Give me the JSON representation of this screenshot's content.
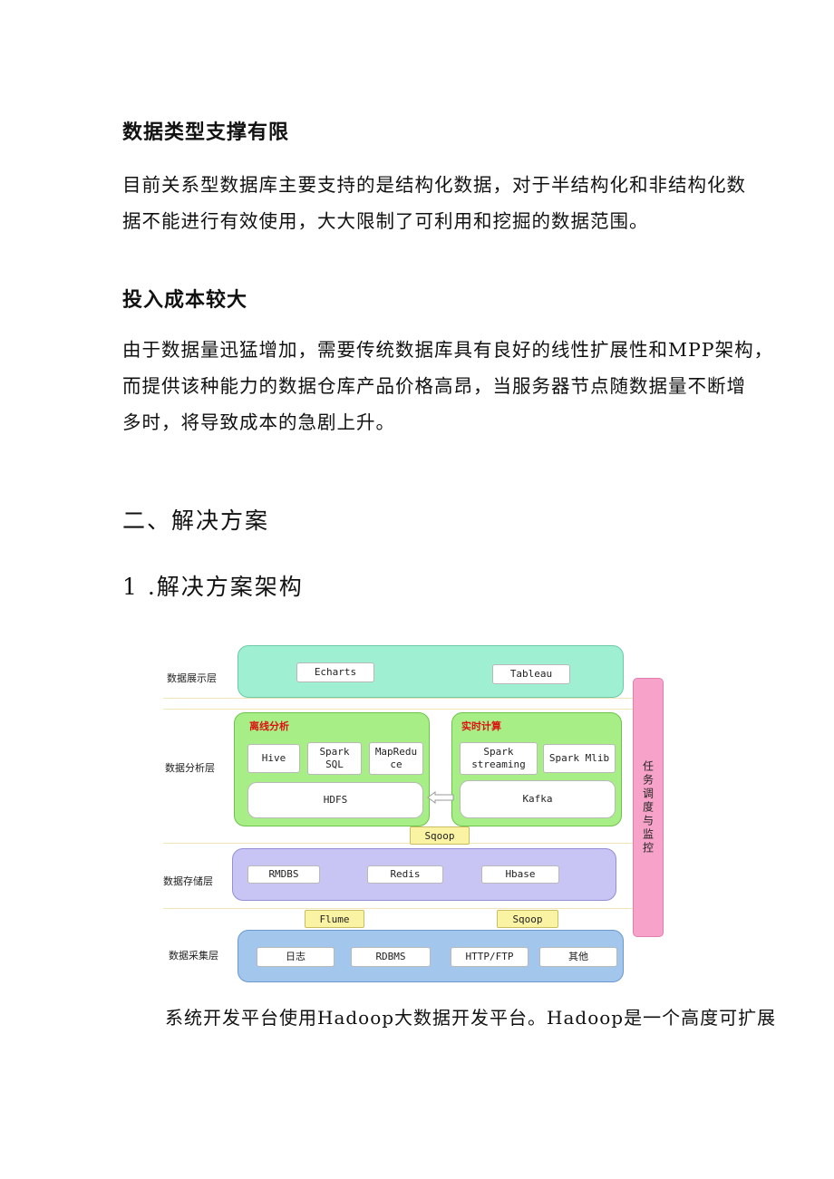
{
  "section1": {
    "heading": "数据类型支撑有限",
    "lines": [
      "目前关系型数据库主要支持的是结构化数据，对于半结构化和非结构化数",
      "据不能进行有效使用，大大限制了可利用和挖掘的数据范围。"
    ]
  },
  "section2": {
    "heading": "投入成本较大",
    "lines": [
      "由于数据量迅猛增加，需要传统数据库具有良好的线性扩展性和MPP架构，",
      "而提供该种能力的数据仓库产品价格高昂，当服务器节点随数据量不断增",
      "多时，将导致成本的急剧上升。"
    ]
  },
  "part_heading": "二、解决方案",
  "sub_heading": "1 .解决方案架构",
  "diagram": {
    "layers": {
      "display": "数据展示层",
      "analysis": "数据分析层",
      "storage": "数据存储层",
      "collect": "数据采集层"
    },
    "display_items": [
      "Echarts",
      "Tableau"
    ],
    "offline": {
      "title": "离线分析",
      "items": [
        "Hive",
        "Spark\nSQL",
        "MapRedu\nce"
      ],
      "hdfs": "HDFS"
    },
    "realtime": {
      "title": "实时计算",
      "items": [
        "Spark\nstreaming",
        "Spark Mlib"
      ],
      "kafka": "Kafka"
    },
    "sqoop_mid": "Sqoop",
    "storage_items": [
      "RMDBS",
      "Redis",
      "Hbase"
    ],
    "flume": "Flume",
    "sqoop_low": "Sqoop",
    "collect_items": [
      "日志",
      "RDBMS",
      "HTTP/FTP",
      "其他"
    ],
    "task": "任务调度与监控",
    "colors": {
      "display": "#9ff0d2",
      "analysis": "#a8ee86",
      "storage": "#c8c4f3",
      "collect": "#a3c6ec",
      "task": "#f7a3c9",
      "yellow": "#fbf3a4"
    }
  },
  "footer_line": "系统开发平台使用Hadoop大数据开发平台。Hadoop是一个高度可扩展"
}
